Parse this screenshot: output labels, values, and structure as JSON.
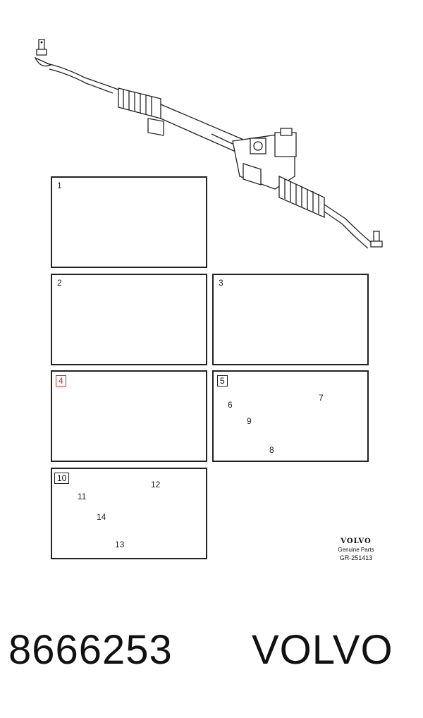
{
  "diagram": {
    "labels": {
      "p1": "1",
      "p2": "2",
      "p3": "3",
      "p4": "4",
      "p5": "5",
      "p6": "6",
      "p7": "7",
      "p8": "8",
      "p9": "9",
      "p10": "10",
      "p11": "11",
      "p12": "12",
      "p13": "13",
      "p14": "14"
    },
    "brand": {
      "logo": "VOLVO",
      "subtitle": "Genuine Parts",
      "code": "GR-251413"
    }
  },
  "caption": {
    "part_number": "8666253",
    "maker": "VOLVO"
  }
}
